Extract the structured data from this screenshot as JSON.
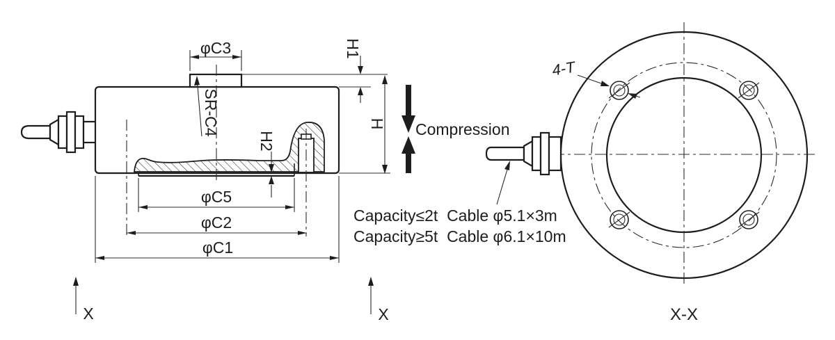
{
  "drawing": {
    "colors": {
      "ink": "#1d1d1d",
      "background": "#ffffff"
    },
    "side_view": {
      "dims": {
        "c3": "φC3",
        "h1": "H1",
        "sr_c4": "SR-C4",
        "h2": "H2",
        "h": "H",
        "c5": "φC5",
        "c2": "φC2",
        "c1": "φC1"
      },
      "section_marker_left": "X",
      "section_marker_right": "X"
    },
    "load_label": "Compression",
    "notes": {
      "line1": "Capacity≤2t  Cable φ5.1×3m",
      "line2": "Capacity≥5t  Cable φ6.1×10m"
    },
    "front_view": {
      "bolt_callout": "4-T",
      "section_title": "X-X"
    }
  }
}
